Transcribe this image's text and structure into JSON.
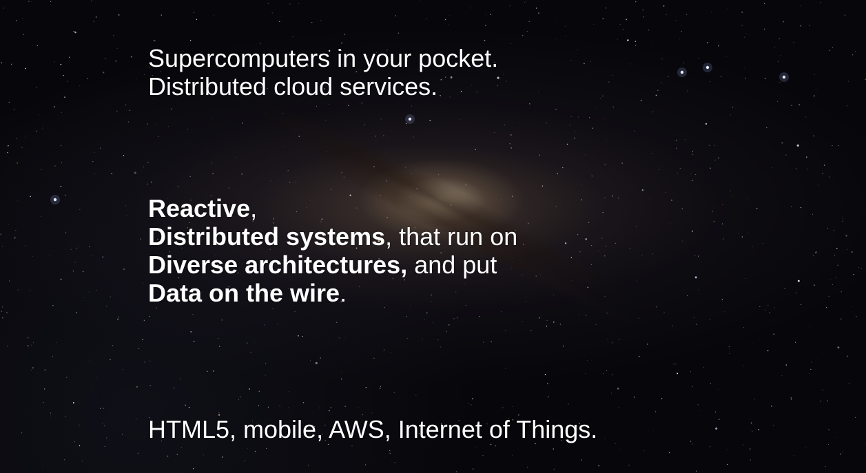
{
  "intro": {
    "line1": "Supercomputers in your pocket.",
    "line2": "Distributed cloud services."
  },
  "middle": {
    "line1_bold": "Reactive",
    "line1_rest": ",",
    "line2_bold": "Distributed systems",
    "line2_rest": ", that run on",
    "line3_bold": "Diverse architectures,",
    "line3_rest": " and put",
    "line4_bold": "Data on the wire",
    "line4_rest": "."
  },
  "footer": {
    "line": "HTML5, mobile, AWS, Internet of Things."
  },
  "colors": {
    "text": "#ffffff",
    "background": "#07070b"
  }
}
